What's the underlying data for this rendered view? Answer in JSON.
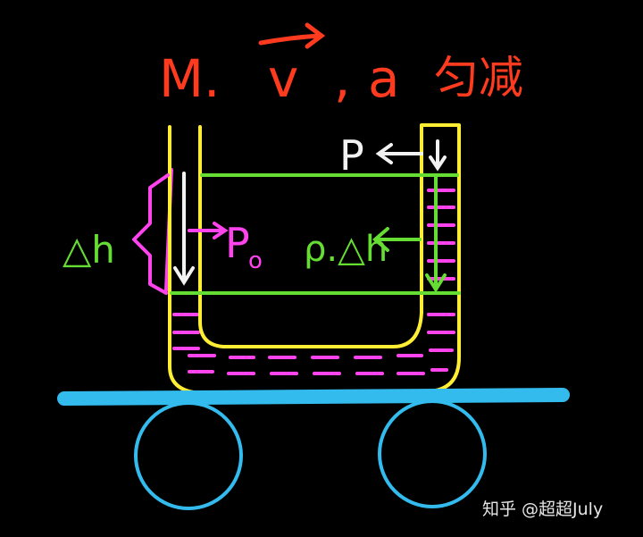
{
  "title": {
    "mass": "M.",
    "velocity_symbol": "v",
    "comma": ",",
    "accel": "a",
    "motion": "匀减"
  },
  "labels": {
    "pressure_top": "P",
    "p0_base": "P",
    "p0_sub": "o",
    "rho_dh": "ρ.△h",
    "delta_h": "△h"
  },
  "watermark": "知乎 @超超July",
  "colors": {
    "background": "#000000",
    "title": "#ff3b1f",
    "tube": "#ffee33",
    "liquid": "#ff44ee",
    "level": "#66dd33",
    "pressure": "#f2f2f2",
    "cart": "#33bbee"
  }
}
